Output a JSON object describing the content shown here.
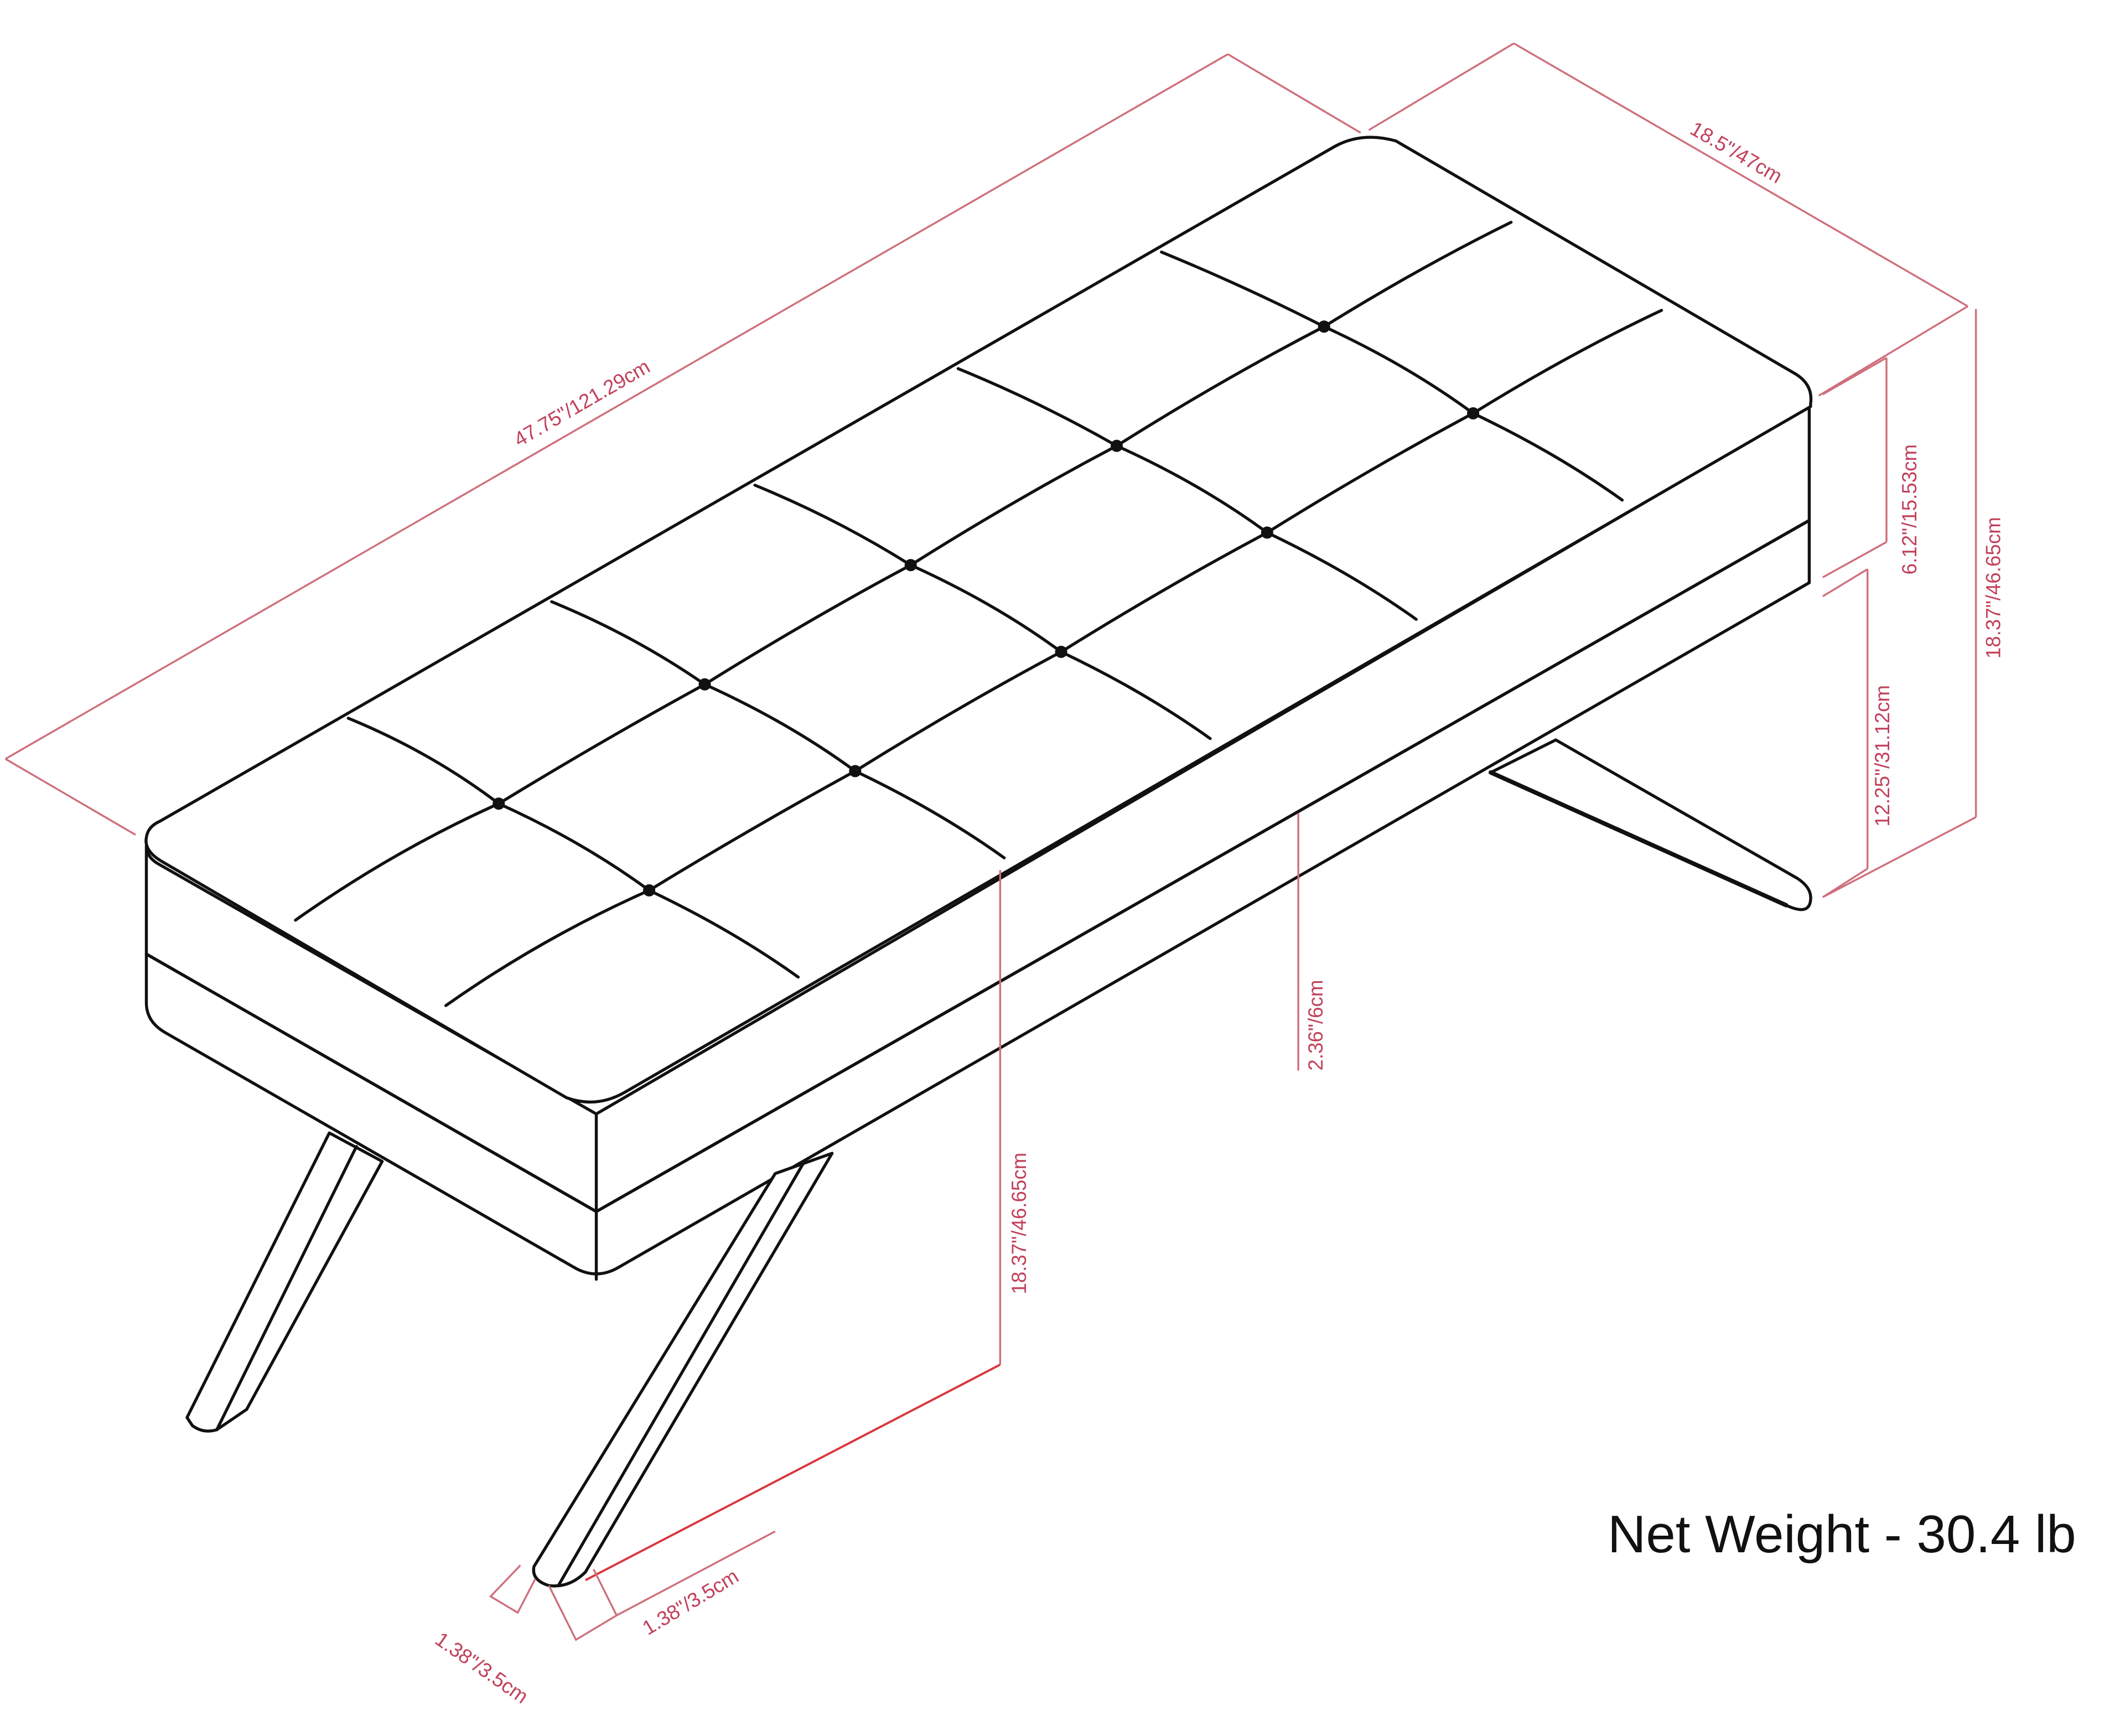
{
  "diagram": {
    "subject": "Tufted upholstered bench with angled legs",
    "line_color": "#111111",
    "dimension_color": "#c2405a"
  },
  "dimensions": {
    "overall_length": "47.75\"/121.29cm",
    "overall_depth": "18.5\"/47cm",
    "overall_height_right": "18.37\"/46.65cm",
    "seat_thickness": "6.12\"/15.53cm",
    "seat_clearance": "12.25\"/31.12cm",
    "apron_height": "2.36\"/6cm",
    "overall_height_front": "18.37\"/46.65cm",
    "leg_width_side": "1.38\"/3.5cm",
    "leg_depth_side": "1.38\"/3.5cm"
  },
  "weight": {
    "label": "Net Weight - 30.4 lb"
  }
}
